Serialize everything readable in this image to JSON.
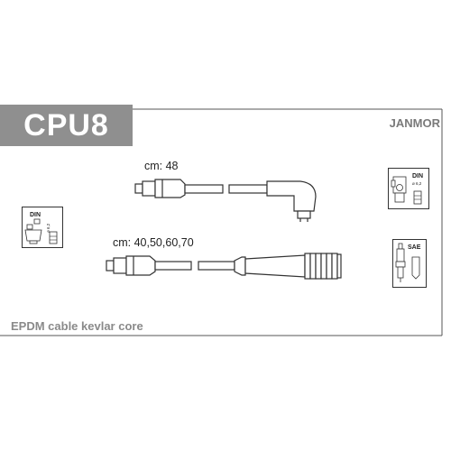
{
  "header": {
    "code": "CPU8",
    "brand": "JANMOR"
  },
  "cables": [
    {
      "length_label": "cm: 48"
    },
    {
      "length_label": "cm: 40,50,60,70"
    }
  ],
  "badges": {
    "left_din": {
      "title": "DIN",
      "size": "ø 6,2"
    },
    "right_din": {
      "title": "DIN",
      "size": "ø 6,2"
    },
    "right_sae": {
      "title": "SAE"
    }
  },
  "footer": {
    "description": "EPDM cable kevlar core"
  },
  "colors": {
    "tab": "#8f8f8f",
    "line": "#333333",
    "footer_text": "#8a8a8a"
  }
}
